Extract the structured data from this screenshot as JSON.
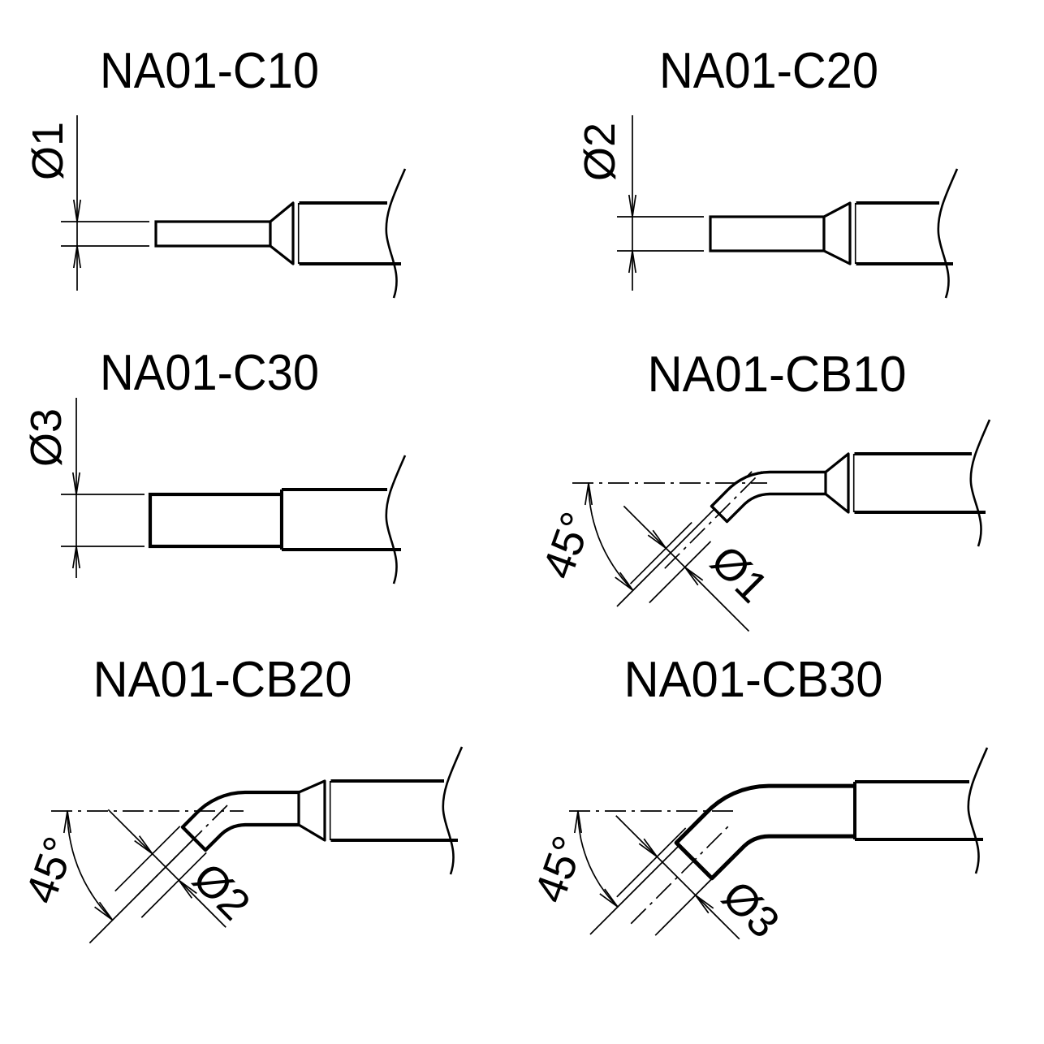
{
  "sheet": {
    "background_color": "#ffffff",
    "line_color": "#000000",
    "description": "Technical line drawings of six soldering tip models"
  },
  "panels": [
    {
      "id": "na01-c10",
      "title": "NA01-C10",
      "diameter_label": "Ø1"
    },
    {
      "id": "na01-c20",
      "title": "NA01-C20",
      "diameter_label": "Ø2"
    },
    {
      "id": "na01-c30",
      "title": "NA01-C30",
      "diameter_label": "Ø3"
    },
    {
      "id": "na01-cb10",
      "title": "NA01-CB10",
      "diameter_label": "Ø1",
      "angle_label": "45°"
    },
    {
      "id": "na01-cb20",
      "title": "NA01-CB20",
      "diameter_label": "Ø2",
      "angle_label": "45°"
    },
    {
      "id": "na01-cb30",
      "title": "NA01-CB30",
      "diameter_label": "Ø3",
      "angle_label": "45°"
    }
  ]
}
